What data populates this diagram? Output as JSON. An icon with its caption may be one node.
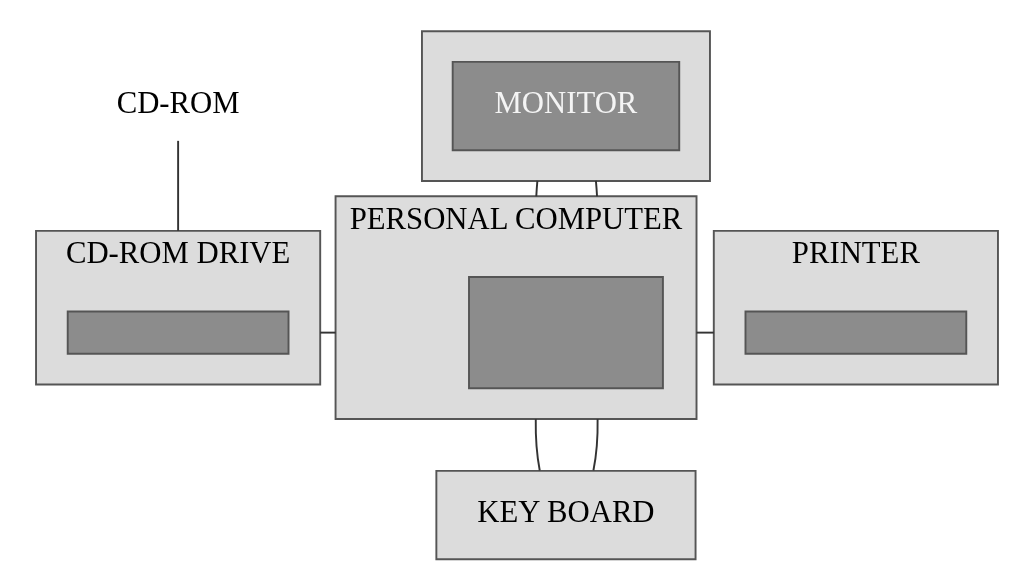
{
  "diagram": {
    "nodes": [
      {
        "text": [
          "CD-ROM"
        ]
      },
      {
        "text": [],
        "shape": "box"
      },
      {
        "text": [
          "MONITOR"
        ],
        "in": 1
      },
      {
        "text": [
          "CD-ROM DRIVE"
        ]
      },
      {
        "text": [],
        "shape": "bar",
        "in": 3
      },
      {
        "text": [
          "PERSONAL COMPUTER"
        ]
      },
      {
        "text": [],
        "shape": "box",
        "in": 5
      },
      {
        "text": [
          "PRINTER"
        ]
      },
      {
        "text": [],
        "shape": "bar",
        "in": 7
      },
      {
        "text": [
          "KEY BOARD"
        ]
      }
    ],
    "edges": [
      {
        "from": 0,
        "to": 3,
        "arrow": "none"
      },
      {
        "from": 1,
        "to": 5,
        "arrow": "none"
      },
      {
        "from": 1,
        "to": 5,
        "arrow": "none"
      },
      {
        "from": 3,
        "to": 5,
        "arrow": "none"
      },
      {
        "from": 5,
        "to": 7,
        "arrow": "none"
      },
      {
        "from": 5,
        "to": 9,
        "arrow": "none"
      },
      {
        "from": 5,
        "to": 9,
        "arrow": "none"
      }
    ]
  }
}
